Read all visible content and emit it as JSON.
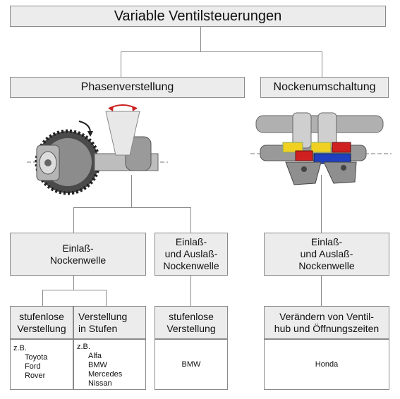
{
  "title": "Variable Ventilsteuerungen",
  "phase": {
    "title": "Phasenverstellung",
    "intake": [
      "Einlaß-",
      "Nockenwelle"
    ],
    "both": [
      "Einlaß-",
      "und Auslaß-",
      "Nockenwelle"
    ],
    "stufenlos": [
      "stufenlose",
      "Verstellung"
    ],
    "stufen": [
      "Verstellung",
      "in Stufen"
    ],
    "zb1": "z.B.",
    "list1": [
      "Toyota",
      "Ford",
      "Rover"
    ],
    "zb2": "z.B.",
    "list2": [
      "Alfa",
      "BMW",
      "Mercedes",
      "Nissan"
    ],
    "both_stufenlos": [
      "stufenlose",
      "Verstellung"
    ],
    "bmw": "BMW"
  },
  "cam": {
    "title": "Nockenumschaltung",
    "both": [
      "Einlaß-",
      "und Auslaß-",
      "Nockenwelle"
    ],
    "variation": [
      "Verändern von Ventil-",
      "hub und Öffnungszeiten"
    ],
    "honda": "Honda"
  },
  "colors": {
    "box_fill": "#ececec",
    "border": "#8a8a8a",
    "gear": "#555555",
    "arrow": "#cc2222",
    "yellow": "#f0d020",
    "red": "#d02020",
    "blue": "#2040c0"
  }
}
